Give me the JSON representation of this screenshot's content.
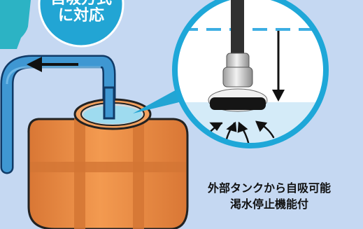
{
  "badge": {
    "line1": "自吸方式",
    "line2": "に対応"
  },
  "caption": {
    "line1": "外部タンクから自吸可能",
    "line2": "渇水停止機能付"
  },
  "colors": {
    "background_blue": "#c4d7f0",
    "badge_teal": "#22a5d4",
    "left_panel_teal": "#2ab6c8",
    "tank_orange": "#ec8f47",
    "tank_band": "#d97a35",
    "hose_blue": "#3f97d2",
    "inset_ring": "#1ea7d8",
    "water_blue": "#cde8f8"
  }
}
